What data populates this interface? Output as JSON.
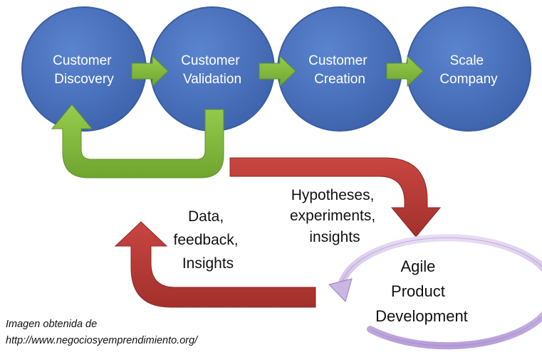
{
  "steps": [
    {
      "line1": "Customer",
      "line2": "Discovery"
    },
    {
      "line1": "Customer",
      "line2": "Validation"
    },
    {
      "line1": "Customer",
      "line2": "Creation"
    },
    {
      "line1": "Scale",
      "line2": "Company"
    }
  ],
  "hypotheses_label": [
    "Hypotheses,",
    "experiments,",
    "insights"
  ],
  "data_label": [
    "Data,",
    "feedback,",
    "Insights"
  ],
  "agile_label": [
    "Agile",
    "Product",
    "Development"
  ],
  "credit": {
    "line1": "Imagen obtenida de",
    "line2": "http://www.negociosyemprendimiento.org/"
  },
  "colors": {
    "circle_fill": "#4a72bd",
    "circle_stroke": "#3b5ea2",
    "green_arrow": "#84bf3c",
    "red_arrow": "#b93a36",
    "agile_ring": "#c0a9dd"
  }
}
